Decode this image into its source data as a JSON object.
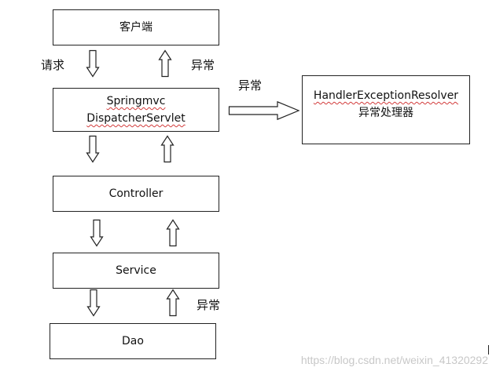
{
  "boxes": {
    "client": "客户端",
    "dispatcher_line1": "Springmvc",
    "dispatcher_line2": "DispatcherServlet",
    "controller": "Controller",
    "service": "Service",
    "dao": "Dao",
    "resolver_line1": "HandlerExceptionResolver",
    "resolver_line2": "异常处理器"
  },
  "labels": {
    "request": "请求",
    "exception_top": "异常",
    "exception_right": "异常",
    "exception_bottom": "异常"
  },
  "watermark": "https://blog.csdn.net/weixin_41320292"
}
